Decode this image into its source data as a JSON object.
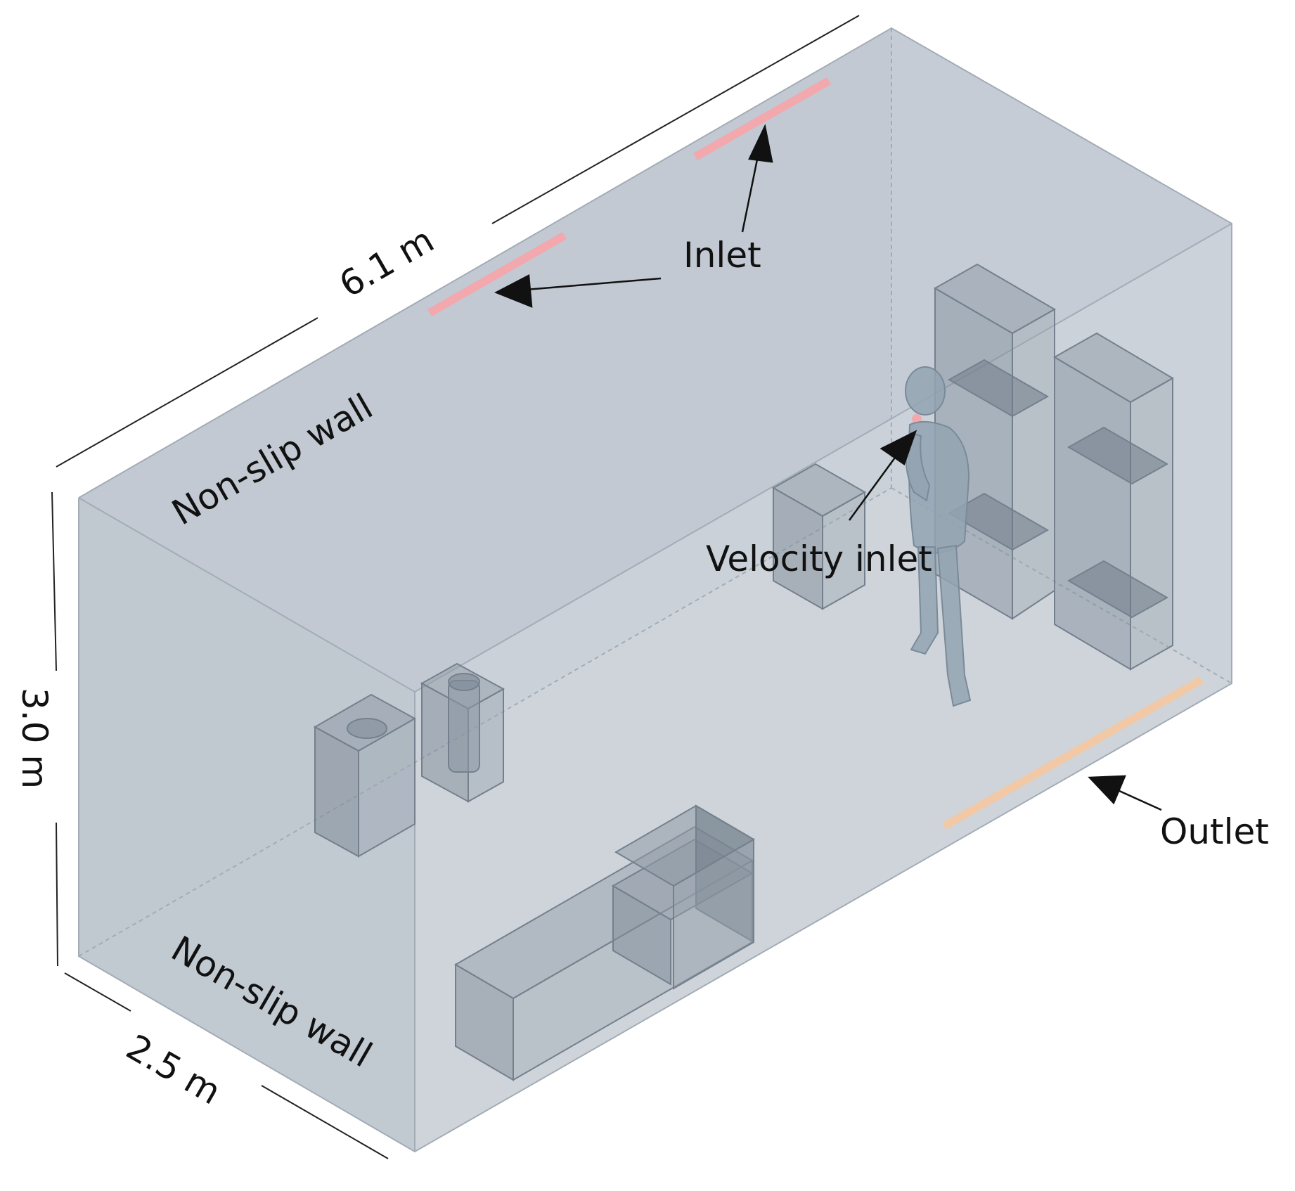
{
  "labels": {
    "inlet": "Inlet",
    "velocity_inlet": "Velocity inlet",
    "outlet": "Outlet",
    "wall_top": "Non-slip wall",
    "wall_bottom": "Non-slip wall"
  },
  "dimensions": {
    "length": "6.1 m",
    "height": "3.0 m",
    "width": "2.5 m"
  },
  "colors": {
    "room_fill": "#c3cbd4",
    "room_edge": "#a3acb6",
    "furniture_fill": "#8f9aa6",
    "furniture_edge": "#74808d",
    "inlet": "#f2a8ad",
    "outlet": "#f1c9a6",
    "person": "#93a3b2"
  }
}
